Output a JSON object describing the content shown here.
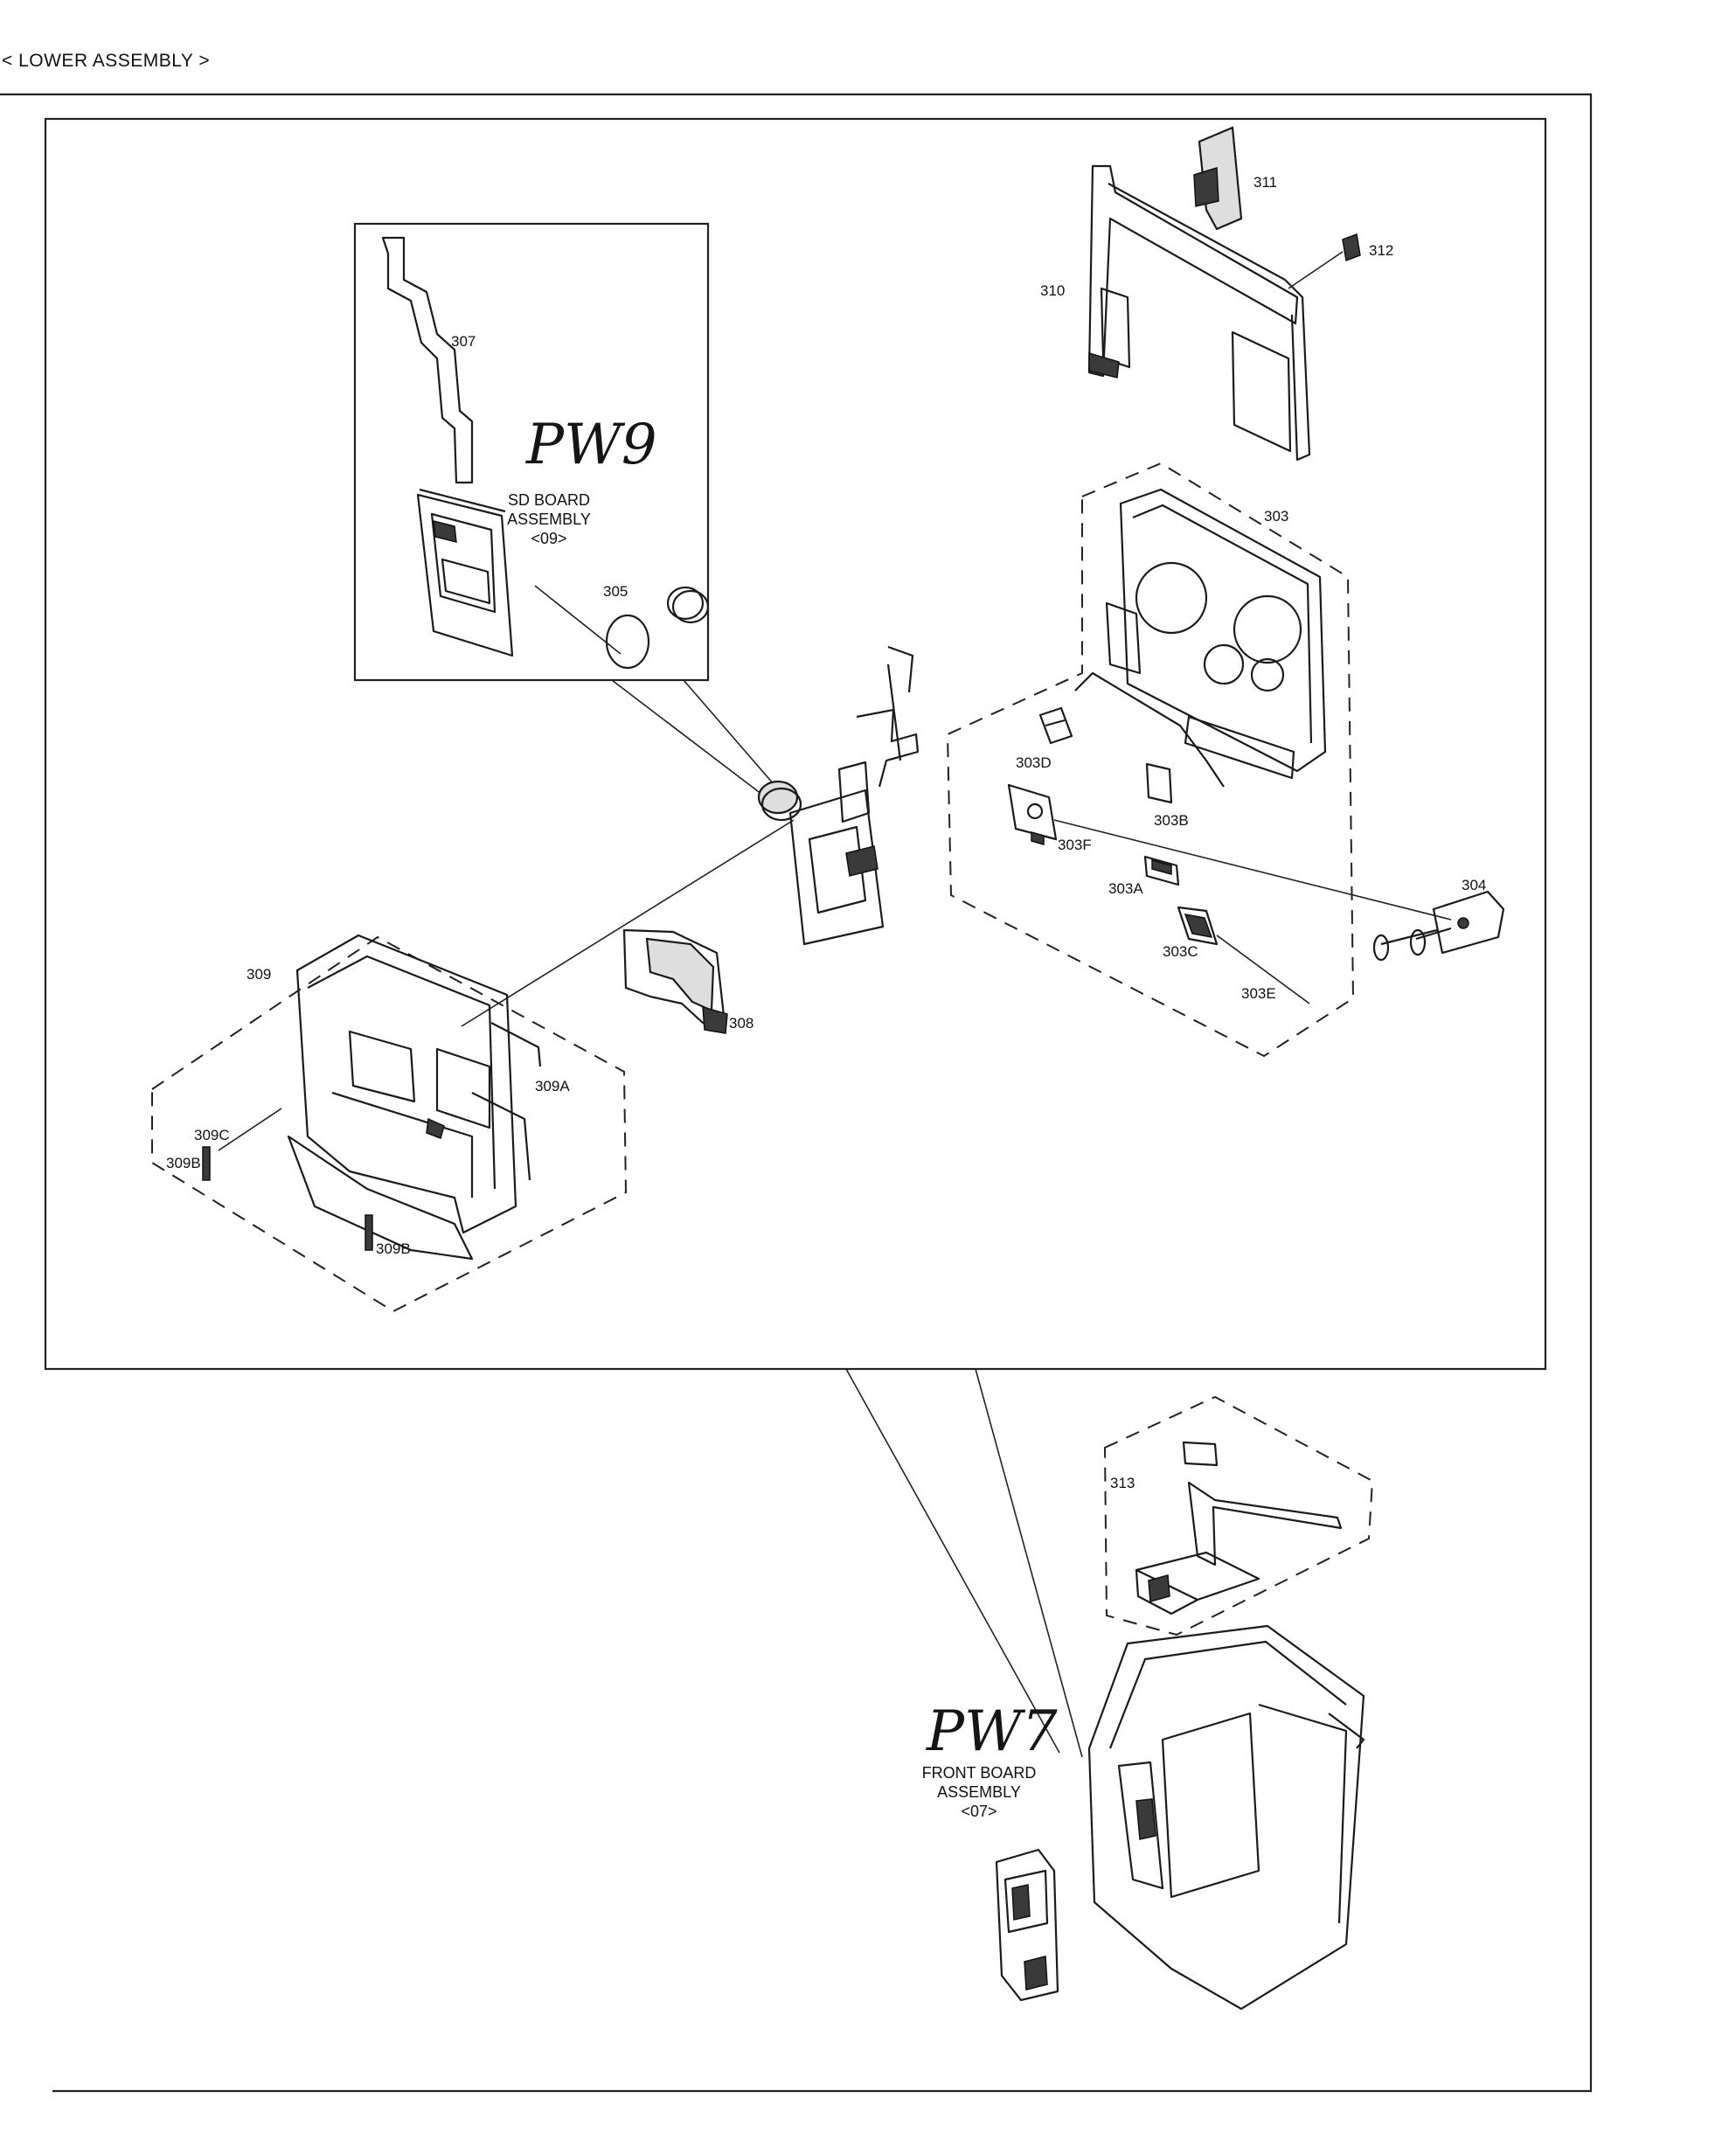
{
  "header": {
    "title": "< LOWER ASSEMBLY >"
  },
  "callouts": {
    "pw9": {
      "handwritten": "PW9",
      "line1": "SD BOARD",
      "line2": "ASSEMBLY",
      "code": "<09>"
    },
    "pw7": {
      "handwritten": "PW7",
      "line1": "FRONT BOARD",
      "line2": "ASSEMBLY",
      "code": "<07>"
    }
  },
  "parts": {
    "p303": "303",
    "p303A": "303A",
    "p303B": "303B",
    "p303C": "303C",
    "p303D": "303D",
    "p303E": "303E",
    "p303F": "303F",
    "p304": "304",
    "p305": "305",
    "p307": "307",
    "p308": "308",
    "p309": "309",
    "p309A": "309A",
    "p309B_1": "309B",
    "p309B_2": "309B",
    "p309C": "309C",
    "p310": "310",
    "p311": "311",
    "p312": "312",
    "p313": "313"
  }
}
